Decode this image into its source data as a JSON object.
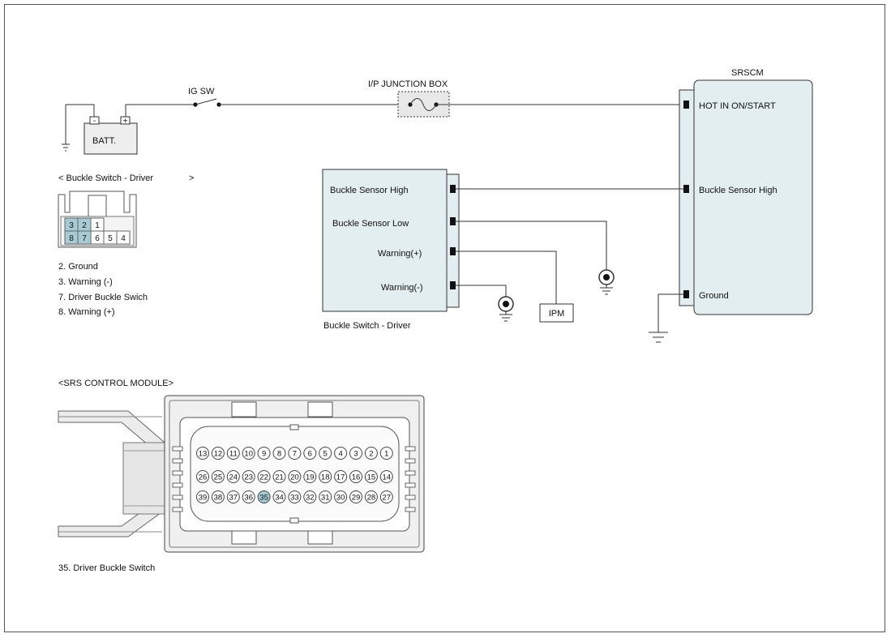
{
  "colors": {
    "module_fill": "#e3eef0",
    "pin_highlight": "#a6cbd4",
    "connector_fill": "#eeeeee",
    "wire": "#333333"
  },
  "battery": {
    "label": "BATT.",
    "minus": "-",
    "plus": "+"
  },
  "ig_switch": {
    "label": "IG SW"
  },
  "junction_box": {
    "label": "I/P JUNCTION BOX"
  },
  "srscm": {
    "title": "SRSCM",
    "pins": [
      "HOT IN ON/START",
      "Buckle Sensor High",
      "Ground"
    ]
  },
  "buckle_module": {
    "caption": "Buckle Switch - Driver",
    "pins": [
      "Buckle Sensor High",
      "Buckle Sensor Low",
      "Warning(+)",
      "Warning(-)"
    ]
  },
  "ipm": {
    "label": "IPM"
  },
  "buckle_connector": {
    "title_left": "< Buckle Switch - Driver",
    "title_right": ">",
    "top_row": [
      "3",
      "2",
      "1"
    ],
    "bottom_row": [
      "8",
      "7",
      "6",
      "5",
      "4"
    ],
    "highlighted": [
      "3",
      "2",
      "8",
      "7"
    ],
    "notes": [
      "2. Ground",
      "3. Warning (-)",
      "7. Driver Buckle Swich",
      "8. Warning (+)"
    ]
  },
  "srs_module_connector": {
    "title": "<SRS CONTROL MODULE>",
    "rows": [
      [
        "13",
        "12",
        "11",
        "10",
        "9",
        "8",
        "7",
        "6",
        "5",
        "4",
        "3",
        "2",
        "1"
      ],
      [
        "26",
        "25",
        "24",
        "23",
        "22",
        "21",
        "20",
        "19",
        "18",
        "17",
        "16",
        "15",
        "14"
      ],
      [
        "39",
        "38",
        "37",
        "36",
        "35",
        "34",
        "33",
        "32",
        "31",
        "30",
        "29",
        "28",
        "27"
      ]
    ],
    "highlighted": [
      "35"
    ],
    "note": "35. Driver Buckle Switch"
  }
}
